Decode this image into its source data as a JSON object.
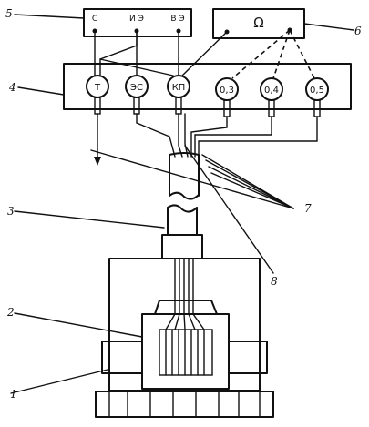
{
  "callouts": [
    "1",
    "2",
    "3",
    "4",
    "5",
    "6",
    "7",
    "8"
  ],
  "meter_left": {
    "labels": [
      "С",
      "И Э",
      "В Э"
    ]
  },
  "meter_right": {
    "symbol": "Ω"
  },
  "gauges": [
    {
      "label": "Т"
    },
    {
      "label": "ЭС"
    },
    {
      "label": "КП"
    },
    {
      "label": "0,3"
    },
    {
      "label": "0,4"
    },
    {
      "label": "0,5"
    }
  ]
}
